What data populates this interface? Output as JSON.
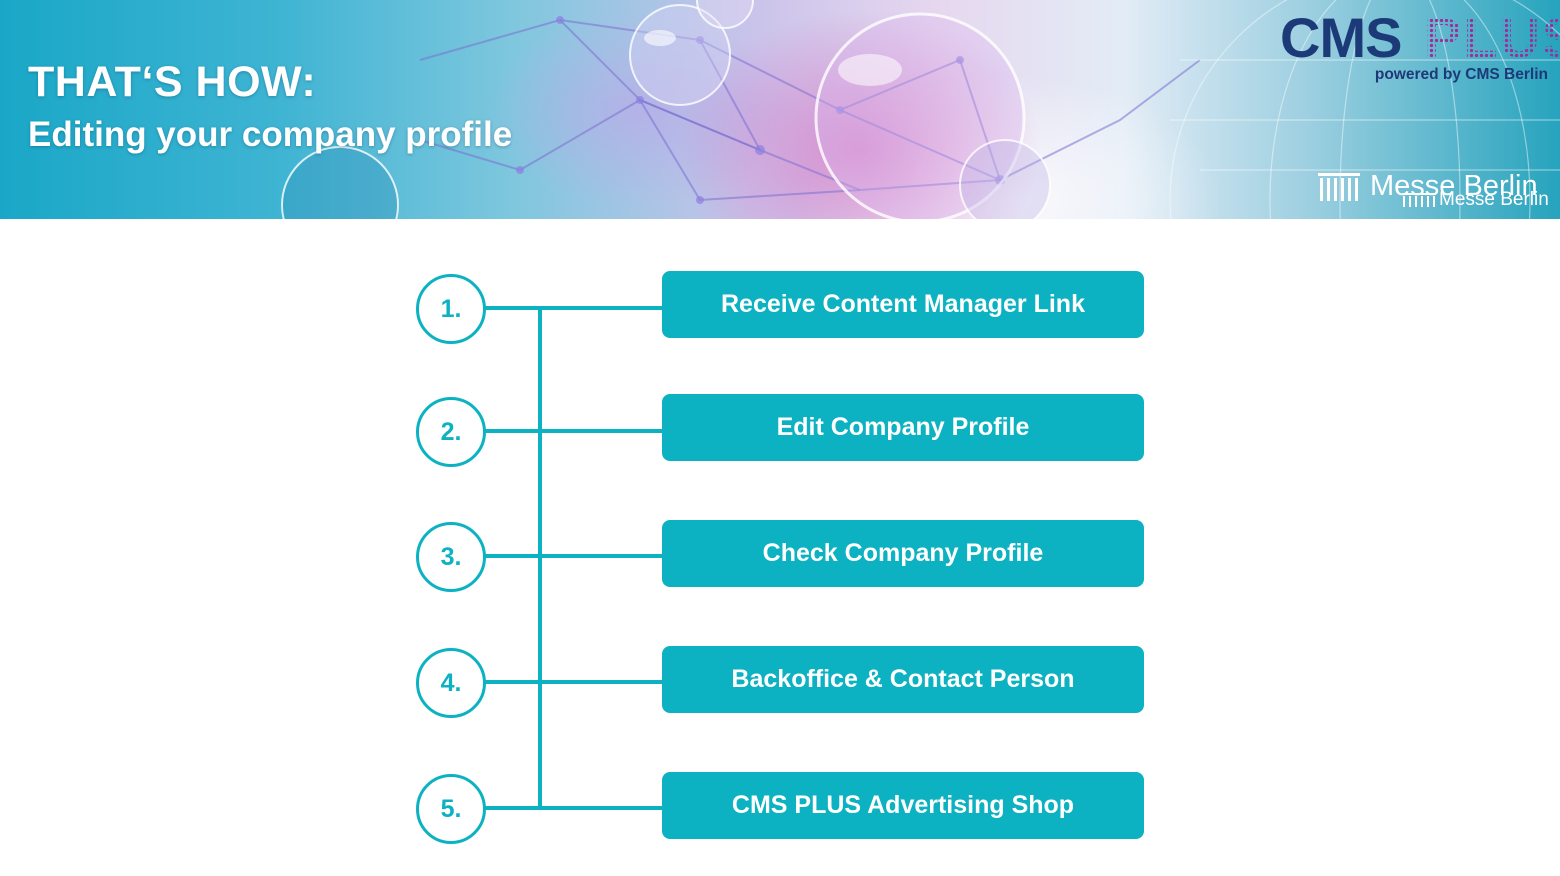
{
  "banner": {
    "headline": "THAT‘S HOW:",
    "subheadline": "Editing your company profile",
    "logo": {
      "cms": "CMS",
      "plus": "PLUS",
      "powered_by": "powered by CMS Berlin",
      "brand_color": "#1d3a78",
      "accent_color": "#a02c9b"
    },
    "messe_berlin": "Messe Berlin",
    "messe_berlin_small": "Messe Berlin"
  },
  "steps": [
    {
      "number": "1.",
      "label": "Receive Content Manager Link"
    },
    {
      "number": "2.",
      "label": "Edit Company Profile"
    },
    {
      "number": "3.",
      "label": "Check Company Profile"
    },
    {
      "number": "4.",
      "label": "Backoffice & Contact Person"
    },
    {
      "number": "5.",
      "label": "CMS PLUS Advertising Shop"
    }
  ],
  "colors": {
    "accent": "#0cb2c2",
    "text_on_accent": "#ffffff"
  }
}
